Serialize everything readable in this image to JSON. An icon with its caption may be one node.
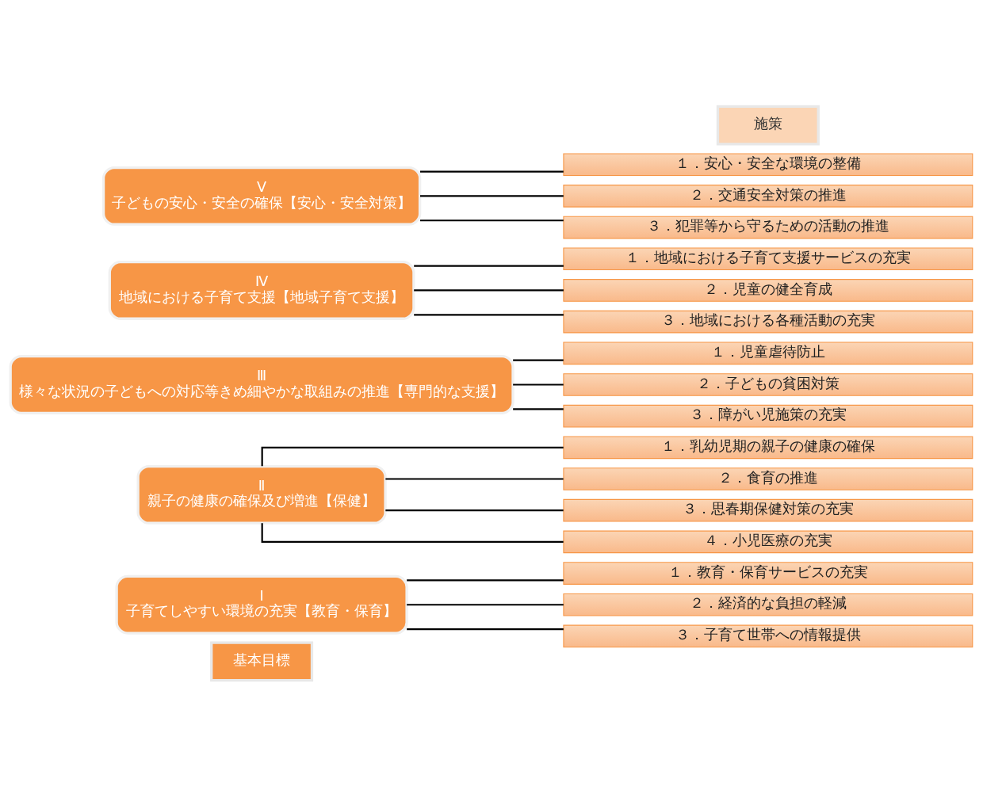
{
  "diagram": {
    "nodes": [
      {
        "text": [
          "基本目標"
        ]
      },
      {
        "text": [
          "施策"
        ]
      },
      {
        "text": [
          "Ⅰ",
          "子育てしやすい環境の充実【教育・保育】"
        ]
      },
      {
        "text": [
          "１．教育・保育サービスの充実"
        ]
      },
      {
        "text": [
          "２．経済的な負担の軽減"
        ]
      },
      {
        "text": [
          "３．子育て世帯への情報提供"
        ]
      },
      {
        "text": [
          "Ⅱ",
          "親子の健康の確保及び増進【保健】"
        ]
      },
      {
        "text": [
          "１．乳幼児期の親子の健康の確保"
        ]
      },
      {
        "text": [
          "２．食育の推進"
        ]
      },
      {
        "text": [
          "３．思春期保健対策の充実"
        ]
      },
      {
        "text": [
          "４．小児医療の充実"
        ]
      },
      {
        "text": [
          "Ⅲ",
          "様々な状況の子どもへの対応等きめ細やかな取組みの推進【専門的な支援】"
        ]
      },
      {
        "text": [
          "１．児童虐待防止"
        ]
      },
      {
        "text": [
          "２．子どもの貧困対策"
        ]
      },
      {
        "text": [
          "３．障がい児施策の充実"
        ]
      },
      {
        "text": [
          "Ⅳ",
          "地域における子育て支援【地域子育て支援】"
        ]
      },
      {
        "text": [
          "１．地域における子育て支援サービスの充実"
        ]
      },
      {
        "text": [
          "２．児童の健全育成"
        ]
      },
      {
        "text": [
          "３．地域における各種活動の充実"
        ]
      },
      {
        "text": [
          "Ⅴ",
          "子どもの安心・安全の確保【安心・安全対策】"
        ]
      },
      {
        "text": [
          "１．安心・安全な環境の整備"
        ]
      },
      {
        "text": [
          "２．交通安全対策の推進"
        ]
      },
      {
        "text": [
          "３．犯罪等から守るための活動の推進"
        ]
      }
    ],
    "edges": [
      {
        "from": 2,
        "to": 3,
        "arrow": "none"
      },
      {
        "from": 2,
        "to": 4,
        "arrow": "none"
      },
      {
        "from": 2,
        "to": 5,
        "arrow": "none"
      },
      {
        "from": 6,
        "to": 7,
        "arrow": "none"
      },
      {
        "from": 6,
        "to": 8,
        "arrow": "none"
      },
      {
        "from": 6,
        "to": 9,
        "arrow": "none"
      },
      {
        "from": 6,
        "to": 10,
        "arrow": "none"
      },
      {
        "from": 11,
        "to": 12,
        "arrow": "none"
      },
      {
        "from": 11,
        "to": 13,
        "arrow": "none"
      },
      {
        "from": 11,
        "to": 14,
        "arrow": "none"
      },
      {
        "from": 15,
        "to": 16,
        "arrow": "none"
      },
      {
        "from": 15,
        "to": 17,
        "arrow": "none"
      },
      {
        "from": 15,
        "to": 18,
        "arrow": "none"
      },
      {
        "from": 19,
        "to": 20,
        "arrow": "none"
      },
      {
        "from": 19,
        "to": 21,
        "arrow": "none"
      },
      {
        "from": 19,
        "to": 22,
        "arrow": "none"
      }
    ]
  }
}
